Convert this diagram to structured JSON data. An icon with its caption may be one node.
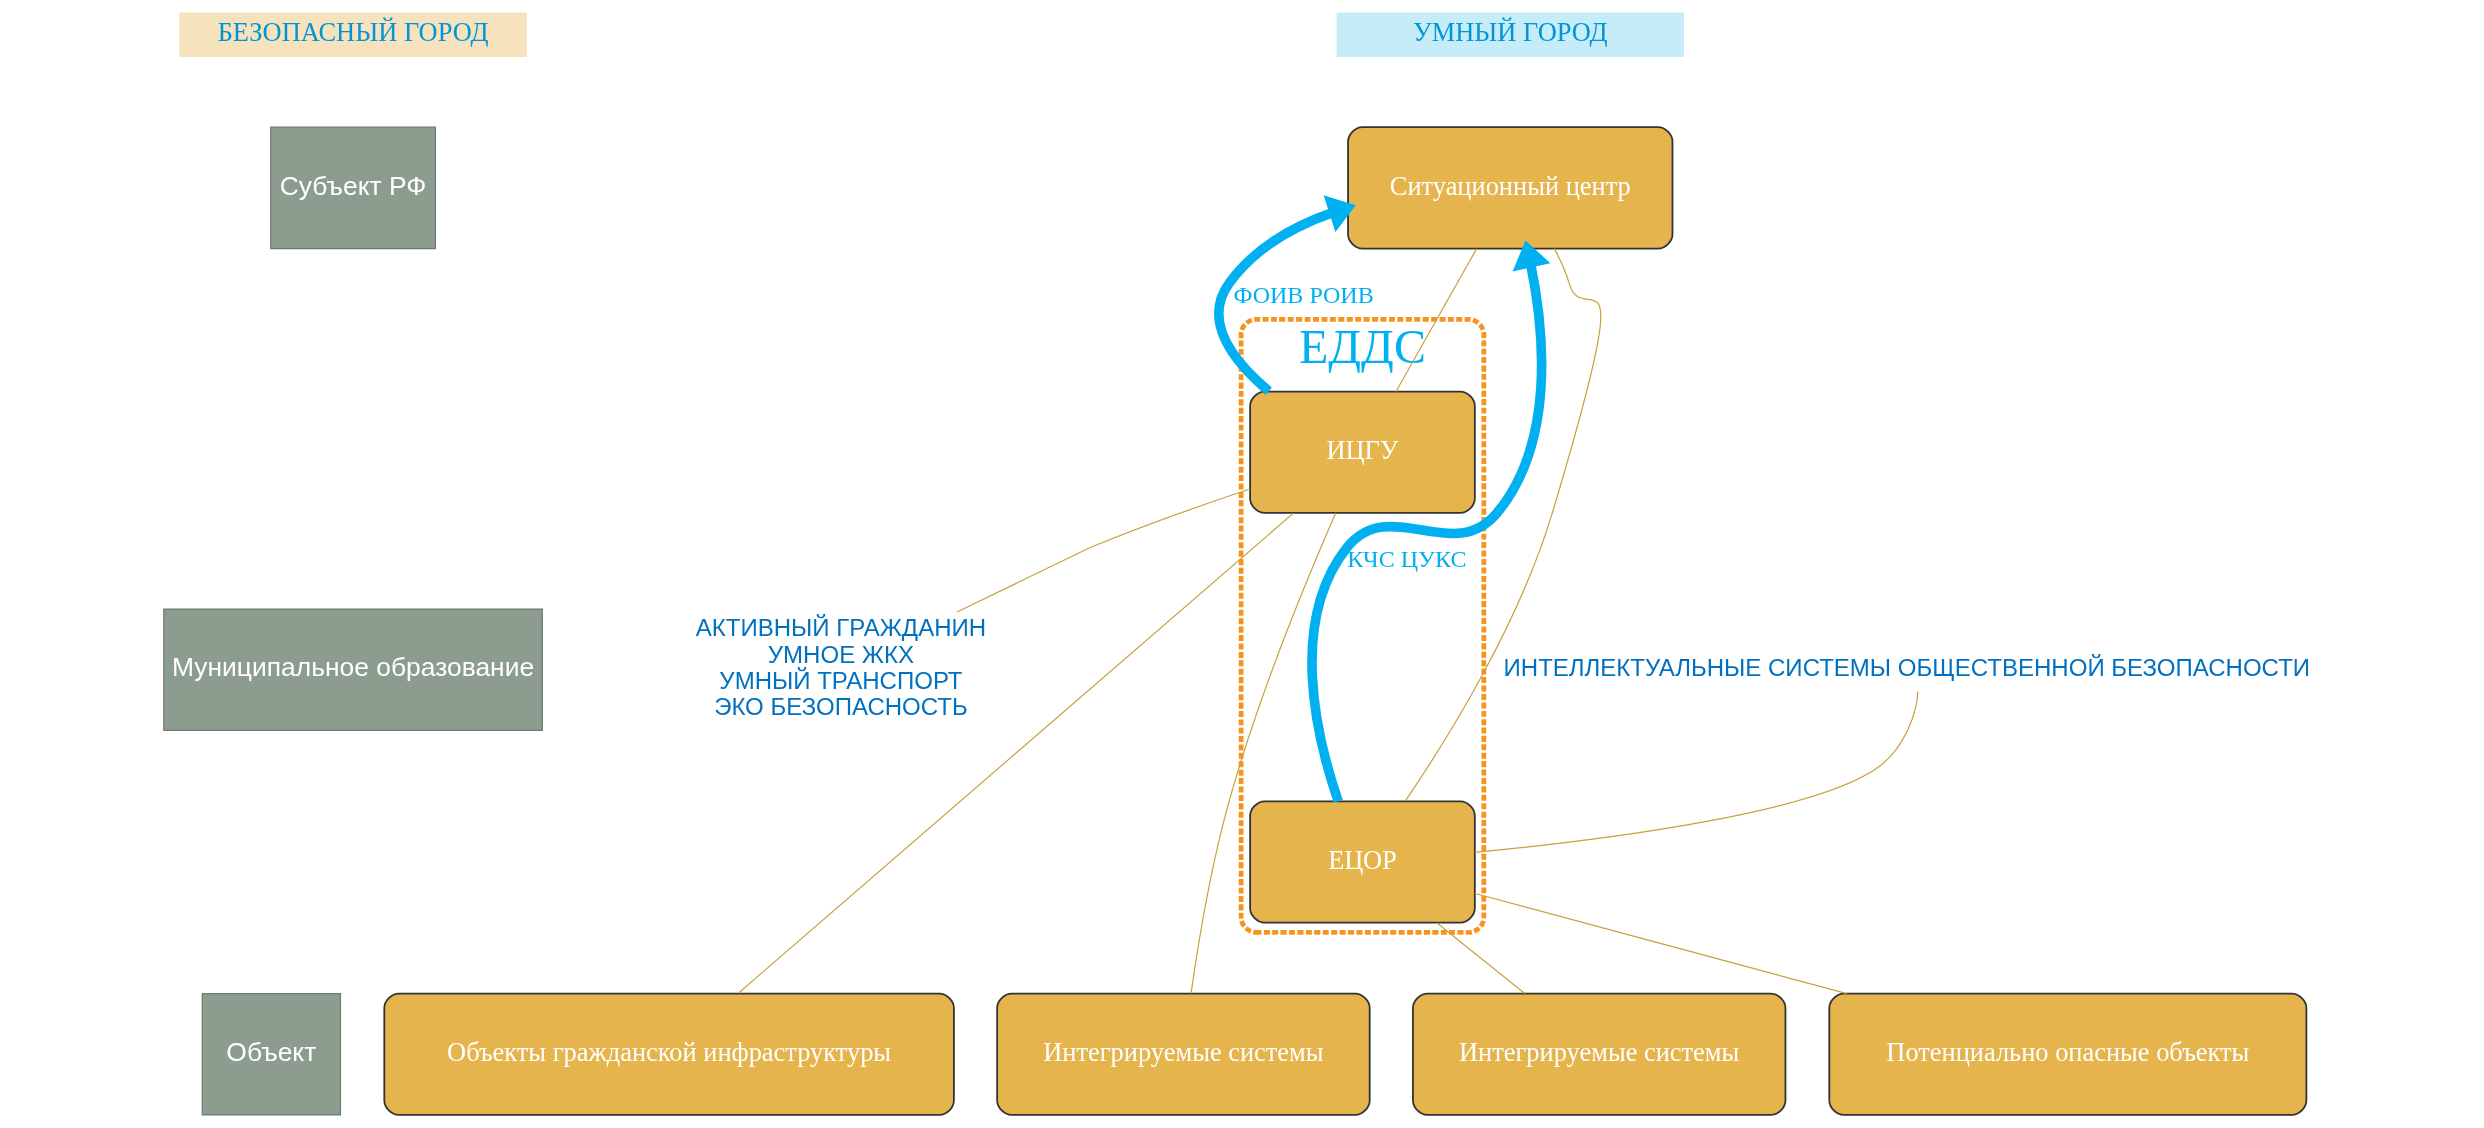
{
  "diagram": {
    "nodes": [
      {
        "text": [
          "Субъект РФ"
        ]
      },
      {
        "text": [
          "Муниципальное образование"
        ]
      },
      {
        "text": [
          "Объект"
        ]
      },
      {
        "text": [
          "БЕЗОПАСНЫЙ ГОРОД"
        ]
      },
      {
        "text": [
          "УМНЫЙ ГОРОД"
        ]
      },
      {
        "text": [
          "Ситуационный центр"
        ]
      },
      {
        "text": [
          "ЕДДС"
        ]
      },
      {
        "text": [
          "ЕЦОР"
        ],
        "in": 6
      },
      {
        "text": [
          "ИЦГУ"
        ],
        "in": 6
      },
      {
        "text": [
          "Потенциально опасные объекты"
        ]
      },
      {
        "text": [
          "Интегрируемые системы"
        ]
      },
      {
        "text": [
          "Объекты гражданской инфраструктуры"
        ]
      },
      {
        "text": [
          "Интегрируемые системы"
        ]
      },
      {
        "text": [
          "ИНТЕЛЛЕКТУАЛЬНЫЕ СИСТЕМЫ ОБЩЕСТВЕННОЙ БЕЗОПАСНОСТИ"
        ]
      },
      {
        "text": [
          "АКТИВНЫЙ ГРАЖДАНИН",
          "УМНОЕ ЖКХ",
          "УМНЫЙ ТРАНСПОРТ",
          "ЭКО БЕЗОПАСНОСТЬ"
        ]
      }
    ],
    "edges": [
      {
        "from": 7,
        "to": 5,
        "arrow": "to",
        "label": "КЧС ЦУКС",
        "style": "thick",
        "color": "#00b0f0"
      },
      {
        "from": 8,
        "to": 5,
        "arrow": "to",
        "label": "ФОИВ РОИВ",
        "style": "thick",
        "color": "#00b0f0"
      },
      {
        "from": 5,
        "to": 7,
        "arrow": "none"
      },
      {
        "from": 5,
        "to": 8,
        "arrow": "none"
      },
      {
        "from": 7,
        "to": 9,
        "arrow": "none"
      },
      {
        "from": 7,
        "to": 10,
        "arrow": "none"
      },
      {
        "from": 8,
        "to": 11,
        "arrow": "none"
      },
      {
        "from": 8,
        "to": 12,
        "arrow": "none"
      },
      {
        "from": 13,
        "to": 7,
        "arrow": "none"
      },
      {
        "from": 14,
        "to": 8,
        "arrow": "none"
      }
    ]
  }
}
